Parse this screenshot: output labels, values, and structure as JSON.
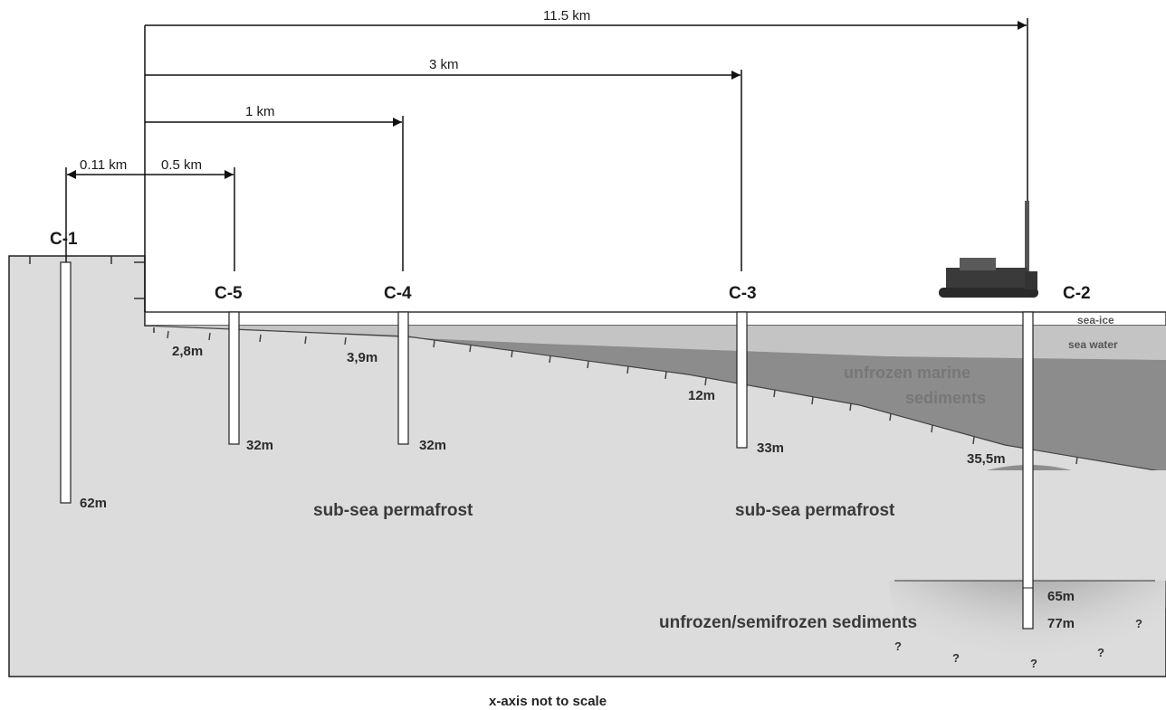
{
  "distances": {
    "d_11_5": "11.5 km",
    "d_3": "3 km",
    "d_1": "1 km",
    "d_0_11": "0.11 km",
    "d_0_5": "0.5 km"
  },
  "boreholes": {
    "c1": {
      "label": "C-1",
      "depth": "62m"
    },
    "c5": {
      "label": "C-5",
      "top": "2,8m",
      "depth": "32m"
    },
    "c4": {
      "label": "C-4",
      "top": "3,9m",
      "depth": "32m"
    },
    "c3": {
      "label": "C-3",
      "top": "12m",
      "depth": "33m"
    },
    "c2": {
      "label": "C-2",
      "top": "35,5m",
      "mid": "65m",
      "depth": "77m"
    }
  },
  "zones": {
    "permafrost_left": "sub-sea permafrost",
    "permafrost_right": "sub-sea permafrost",
    "marine_line1": "unfrozen marine",
    "marine_line2": "sediments",
    "sea_ice": "sea-ice",
    "sea_water": "sea water",
    "unfrozen_semifrozen": "unfrozen/semifrozen sediments",
    "unknown": "?"
  },
  "caption": "x-axis not to scale",
  "colors": {
    "permafrost": "#dcdcdc",
    "marine_sediment": "#8c8c8c",
    "sea_water": "#c4c4c4",
    "sea_ice": "#ffffff",
    "line": "#1a1a1a"
  }
}
